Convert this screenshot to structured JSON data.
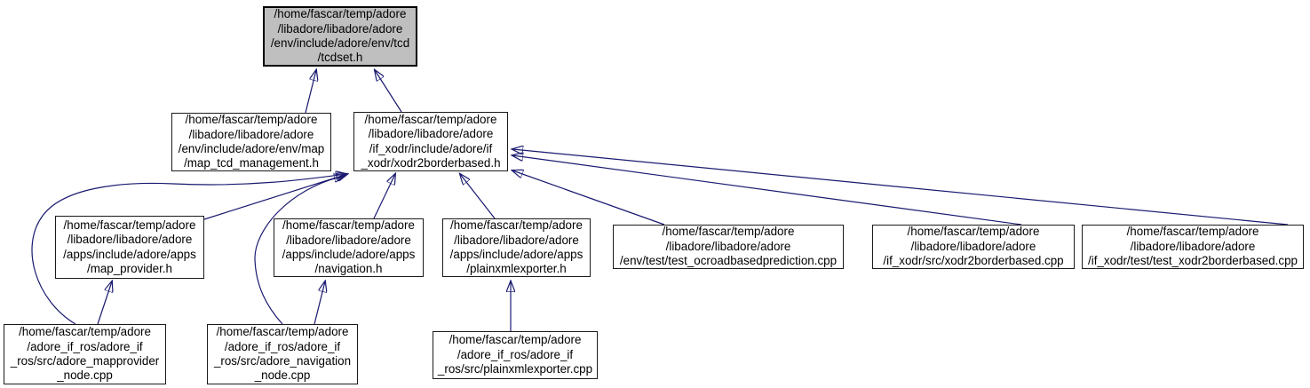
{
  "graph": {
    "type": "include-dependency-graph",
    "edge_color": "#191970",
    "node_border_color": "#1a1a1a",
    "current_node_fill": "#bfbfbf",
    "nodes": {
      "tcdset_h": {
        "label": "/home/fascar/temp/adore\n/libadore/libadore/adore\n/env/include/adore/env/tcd\n/tcdset.h",
        "current": true
      },
      "map_tcd_management_h": {
        "label": "/home/fascar/temp/adore\n/libadore/libadore/adore\n/env/include/adore/env/map\n/map_tcd_management.h"
      },
      "xodr2borderbased_h": {
        "label": "/home/fascar/temp/adore\n/libadore/libadore/adore\n/if_xodr/include/adore/if\n_xodr/xodr2borderbased.h"
      },
      "map_provider_h": {
        "label": "/home/fascar/temp/adore\n/libadore/libadore/adore\n/apps/include/adore/apps\n/map_provider.h"
      },
      "navigation_h": {
        "label": "/home/fascar/temp/adore\n/libadore/libadore/adore\n/apps/include/adore/apps\n/navigation.h"
      },
      "plainxmlexporter_h": {
        "label": "/home/fascar/temp/adore\n/libadore/libadore/adore\n/apps/include/adore/apps\n/plainxmlexporter.h"
      },
      "test_ocroadbasedprediction_cpp": {
        "label": "/home/fascar/temp/adore\n/libadore/libadore/adore\n/env/test/test_ocroadbasedprediction.cpp"
      },
      "xodr2borderbased_cpp": {
        "label": "/home/fascar/temp/adore\n/libadore/libadore/adore\n/if_xodr/src/xodr2borderbased.cpp"
      },
      "test_xodr2borderbased_cpp": {
        "label": "/home/fascar/temp/adore\n/libadore/libadore/adore\n/if_xodr/test/test_xodr2borderbased.cpp"
      },
      "adore_mapprovider_node_cpp": {
        "label": "/home/fascar/temp/adore\n/adore_if_ros/adore_if\n_ros/src/adore_mapprovider\n_node.cpp"
      },
      "adore_navigation_node_cpp": {
        "label": "/home/fascar/temp/adore\n/adore_if_ros/adore_if\n_ros/src/adore_navigation\n_node.cpp"
      },
      "plainxmlexporter_cpp": {
        "label": "/home/fascar/temp/adore\n/adore_if_ros/adore_if\n_ros/src/plainxmlexporter.cpp"
      }
    },
    "edges": [
      {
        "from": "map_tcd_management_h",
        "to": "tcdset_h"
      },
      {
        "from": "xodr2borderbased_h",
        "to": "tcdset_h"
      },
      {
        "from": "map_provider_h",
        "to": "xodr2borderbased_h"
      },
      {
        "from": "navigation_h",
        "to": "xodr2borderbased_h"
      },
      {
        "from": "plainxmlexporter_h",
        "to": "xodr2borderbased_h"
      },
      {
        "from": "test_ocroadbasedprediction_cpp",
        "to": "xodr2borderbased_h"
      },
      {
        "from": "xodr2borderbased_cpp",
        "to": "xodr2borderbased_h"
      },
      {
        "from": "test_xodr2borderbased_cpp",
        "to": "xodr2borderbased_h"
      },
      {
        "from": "adore_mapprovider_node_cpp",
        "to": "map_provider_h"
      },
      {
        "from": "adore_mapprovider_node_cpp",
        "to": "xodr2borderbased_h"
      },
      {
        "from": "adore_navigation_node_cpp",
        "to": "navigation_h"
      },
      {
        "from": "adore_navigation_node_cpp",
        "to": "xodr2borderbased_h"
      },
      {
        "from": "plainxmlexporter_cpp",
        "to": "plainxmlexporter_h"
      }
    ]
  }
}
